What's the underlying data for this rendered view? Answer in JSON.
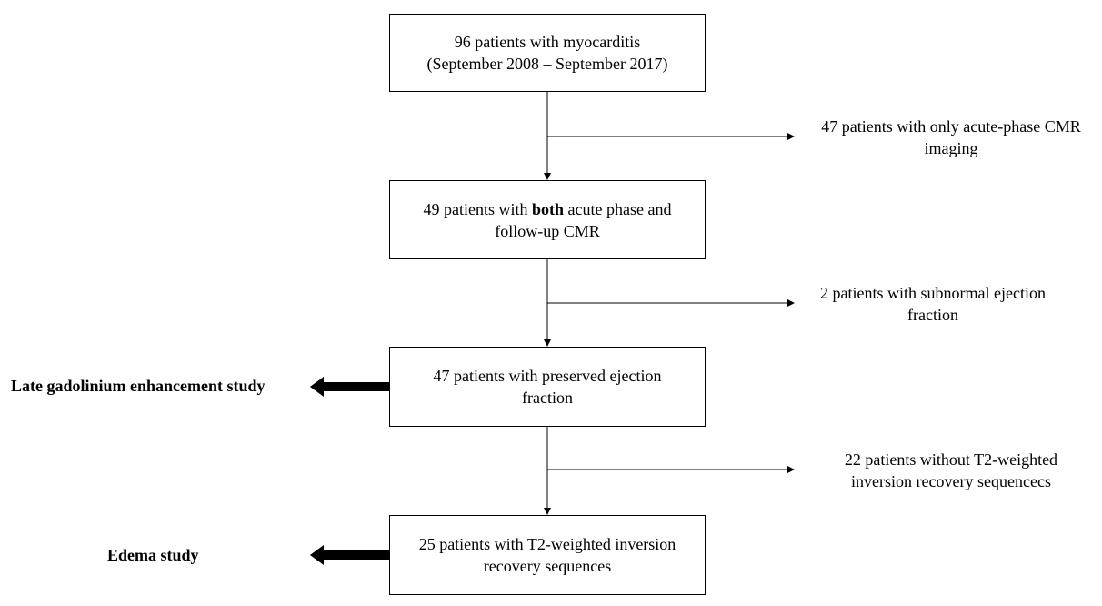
{
  "boxes": {
    "box1": {
      "line1": "96 patients with myocarditis",
      "line2": "(September 2008 – September 2017)"
    },
    "box2": {
      "pre": "49 patients with ",
      "bold": "both",
      "post": " acute phase and",
      "line2": "follow-up CMR"
    },
    "box3": {
      "line1": "47 patients with preserved ejection",
      "line2": "fraction"
    },
    "box4": {
      "line1": "25 patients with T2-weighted inversion",
      "line2": "recovery sequences"
    }
  },
  "exclusions": {
    "ex1": {
      "line1": "47 patients with only acute-phase CMR",
      "line2": "imaging"
    },
    "ex2": {
      "line1": "2 patients with subnormal ejection",
      "line2": "fraction"
    },
    "ex3": {
      "line1": "22 patients without T2-weighted",
      "line2": "inversion recovery sequencecs"
    }
  },
  "outcomes": {
    "lge": "Late gadolinium enhancement study",
    "edema": "Edema study"
  }
}
